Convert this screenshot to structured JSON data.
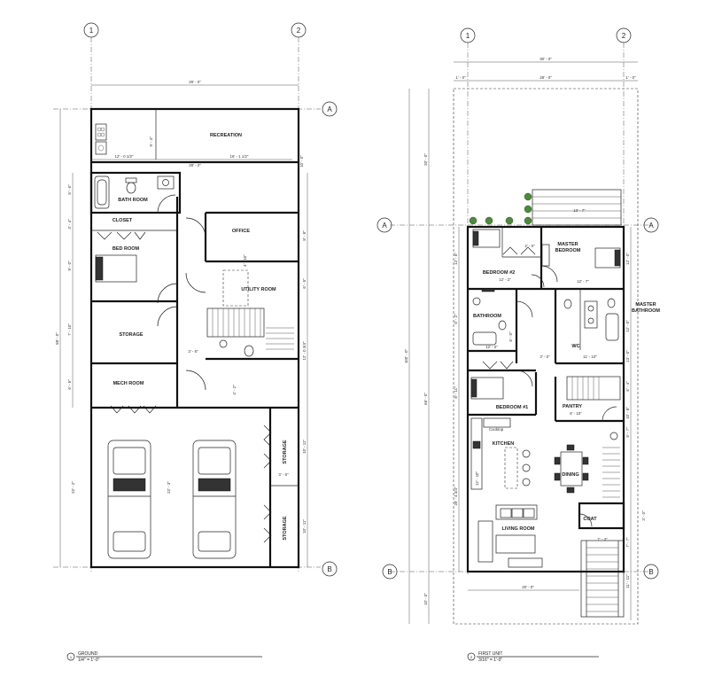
{
  "ground": {
    "grid_numbers": [
      "1",
      "2"
    ],
    "grid_letters": [
      "A",
      "B"
    ],
    "rooms": {
      "recreation": "RECREATION",
      "bath": "BATH ROOM",
      "closet": "CLOSET",
      "bed": "BED ROOM",
      "office": "OFFICE",
      "utility": "UTILITY ROOM",
      "storage": "STORAGE",
      "mech": "MECH ROOM",
      "garage_storage_1": "STORAGE",
      "garage_storage_2": "STORAGE"
    },
    "dims": {
      "overall_width": "29' - 0\"",
      "overall_depth": "58' - 0\"",
      "rec_left": "12' - 0 1/2\"",
      "rec_right": "16' - 1 1/2\"",
      "rec_overall": "28' - 2\"",
      "rec_height": "9' - 4\"",
      "rec_right_h": "10' - 0\"",
      "left_1": "5' - 6\"",
      "left_2": "3' - 4\"",
      "left_3": "9' - 0\"",
      "left_4": "7' - 10\"",
      "left_5": "6' - 5\"",
      "left_garage": "22' - 2\"",
      "right_1": "8' - 8\"",
      "right_2": "6' - 5\"",
      "right_3": "12' - 0 3/4\"",
      "right_4": "10' - 11\"",
      "right_5": "10' - 11\"",
      "garage_mid": "22' - 3\"",
      "mech_door": "4' - 2\"",
      "stair_w": "3' - 6\"",
      "utility_w": "3' - 6\"",
      "util_dim": "4' - 10\""
    },
    "title": "GROUND",
    "scale": "1/4\" = 1'-0\"",
    "number": "1"
  },
  "first": {
    "grid_numbers": [
      "1",
      "2"
    ],
    "grid_letters": [
      "A",
      "B"
    ],
    "rooms": {
      "master_bedroom": "MASTER\nBEDROOM",
      "bedroom2": "BEDROOM #2",
      "bathroom": "BATHROOM",
      "wc": "WC",
      "master_bath": "MASTER\nBATHROOM",
      "bedroom1": "BEDROOM #1",
      "pantry": "PANTRY",
      "kitchen": "KITCHEN",
      "dining": "DINING",
      "coat": "COAT",
      "living": "LIVING ROOM",
      "cooktop": "Cooktop"
    },
    "dims": {
      "top_overall": "30' - 0\"",
      "top_left": "1' - 0\"",
      "top_mid": "28' - 0\"",
      "top_right": "1' - 0\"",
      "overall_depth": "100' - 0\"",
      "deck_w": "13' - 7\"",
      "master_w": "12' - 7\"",
      "bed2_w": "12' - 2\"",
      "bath_w": "12' - 0\"",
      "wc_w": "11' - 10\"",
      "bath_d": "5' - 0\"",
      "closet": "2' - 0\"",
      "hall": "3' - 0\"",
      "pantry_w": "6' - 10\"",
      "living_w": "20' - 0\"",
      "coat_w": "7' - 3\"",
      "left_top": "20' - 0\"",
      "left_mid": "65' - 0\"",
      "left_bot": "10' - 0\"",
      "r1": "12' - 0\"",
      "r2": "12' - 0\"",
      "r3": "13' - 0\"",
      "r4": "6' - 4\"",
      "r5": "10' - 8\"",
      "r6": "5' - 7\"",
      "r7": "7' - 7\"",
      "r8": "3' - 0\"",
      "r9": "11' - 11\"",
      "k1": "12' - 5\"",
      "k2": "26' - 4 3/4\"",
      "m1": "5' - 2\"",
      "m2": "12' - 10\"",
      "bed1_l": "8' - 11\""
    },
    "title": "FIRST UNIT",
    "scale": "3/16\" = 1'-0\"",
    "number": "2"
  }
}
